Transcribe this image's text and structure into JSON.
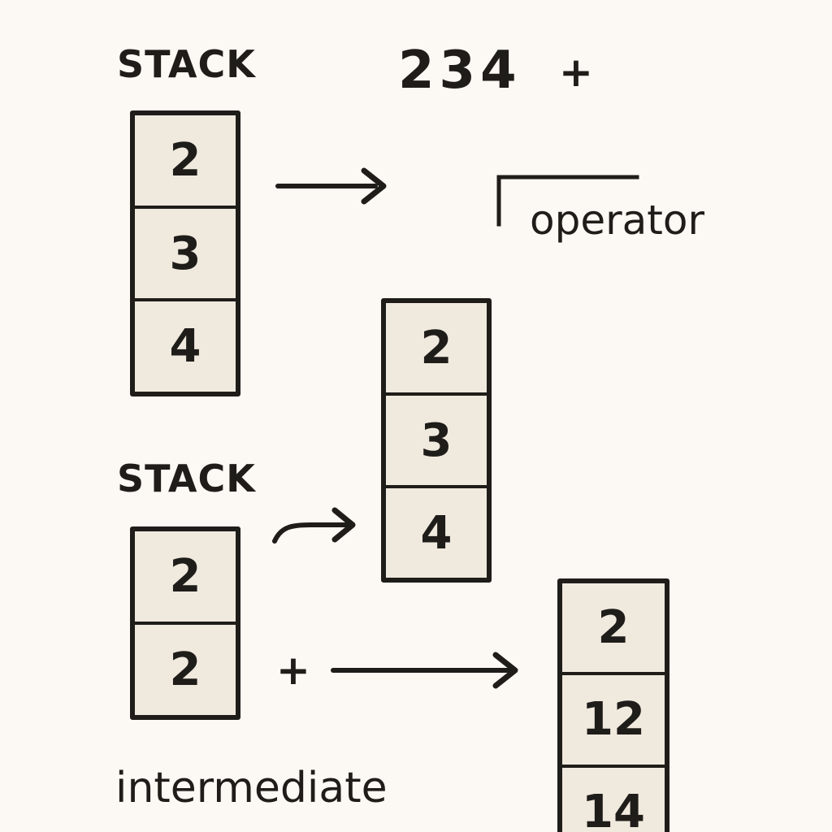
{
  "labels": {
    "stack_title_1": "STACK",
    "stack_title_2": "STACK",
    "expression": "234",
    "expression_operator": "+",
    "operator_label": "operator",
    "plus_operator": "+",
    "intermediate_label": "intermediate"
  },
  "stacks": {
    "stack_1": [
      "2",
      "3",
      "4"
    ],
    "stack_2": [
      "2",
      "3",
      "4"
    ],
    "stack_3": [
      "2",
      "2"
    ],
    "stack_4": [
      "2",
      "12",
      "14"
    ]
  },
  "colors": {
    "background": "#fcf8f3",
    "cell_fill": "#f0e9de",
    "ink": "#1f1d1a"
  }
}
